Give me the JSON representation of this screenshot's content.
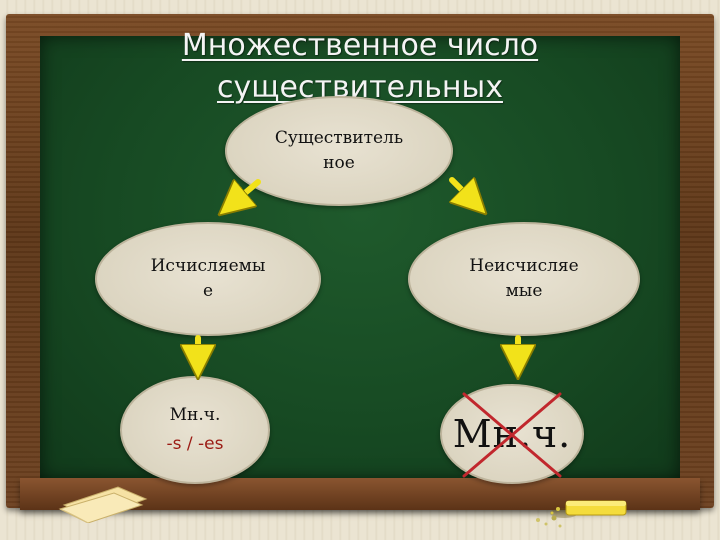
{
  "title": {
    "line1": "Множественное число",
    "line2": "существительных"
  },
  "nodes": {
    "root": {
      "line1": "Существитель",
      "line2": "ное"
    },
    "countable": {
      "line1": "Исчисляемы",
      "line2": "е"
    },
    "uncountable": {
      "line1": "Неисчисляе",
      "line2": "мые"
    },
    "plural_countable": {
      "label": "Мн.ч.",
      "suffix": "-s / -es"
    },
    "plural_uncountable": {
      "label": "Мн.ч."
    }
  },
  "colors": {
    "board": "#174a23",
    "arrow": "#f2e21a",
    "cross": "#c1272d",
    "suffix": "#9b1b14"
  }
}
